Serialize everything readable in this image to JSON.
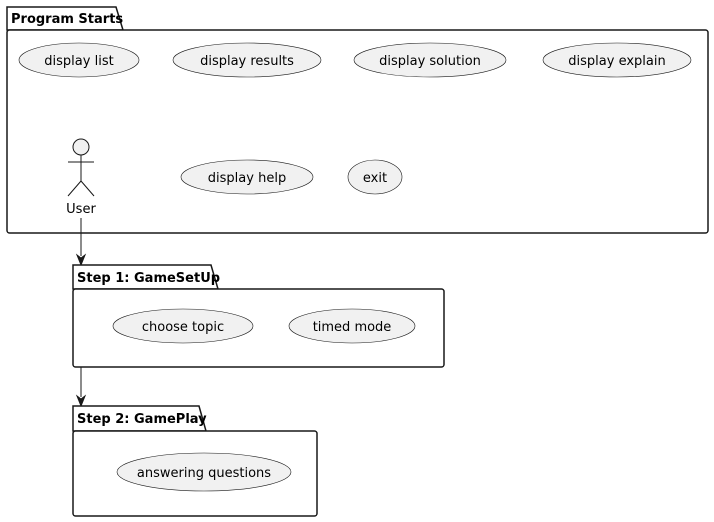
{
  "packages": {
    "program_starts": {
      "title": "Program Starts",
      "use_cases": {
        "display_list": "display list",
        "display_results": "display results",
        "display_solution": "display solution",
        "display_explain": "display explain",
        "display_help": "display help",
        "exit": "exit"
      },
      "actor": {
        "label": "User"
      }
    },
    "step1": {
      "title": "Step 1: GameSetUp",
      "use_cases": {
        "choose_topic": "choose topic",
        "timed_mode": "timed mode"
      }
    },
    "step2": {
      "title": "Step 2: GamePlay",
      "use_cases": {
        "answering_questions": "answering questions"
      }
    }
  },
  "colors": {
    "line": "#181818",
    "usecase_fill": "#f1f1f1",
    "background": "#ffffff"
  }
}
